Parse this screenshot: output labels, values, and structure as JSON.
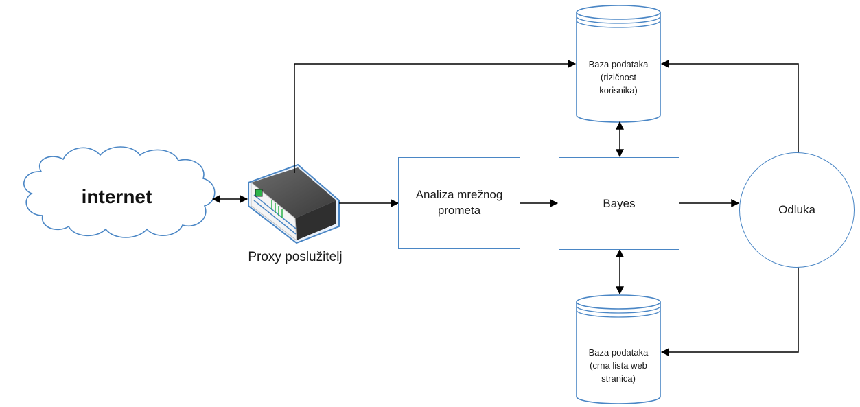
{
  "diagram": {
    "internet_label": "internet",
    "proxy_label": "Proxy poslužitelj",
    "analysis_label": "Analiza mrežnog prometa",
    "bayes_label": "Bayes",
    "decision_label": "Odluka",
    "db_top": {
      "line1": "Baza podataka",
      "line2": "(rizičnost",
      "line3": "korisnika)"
    },
    "db_bottom": {
      "line1": "Baza podataka",
      "line2": "(crna lista web",
      "line3": "stranica)"
    },
    "colors": {
      "shape_border": "#4a86c5",
      "line": "#000000",
      "led": "#2db34a"
    }
  }
}
